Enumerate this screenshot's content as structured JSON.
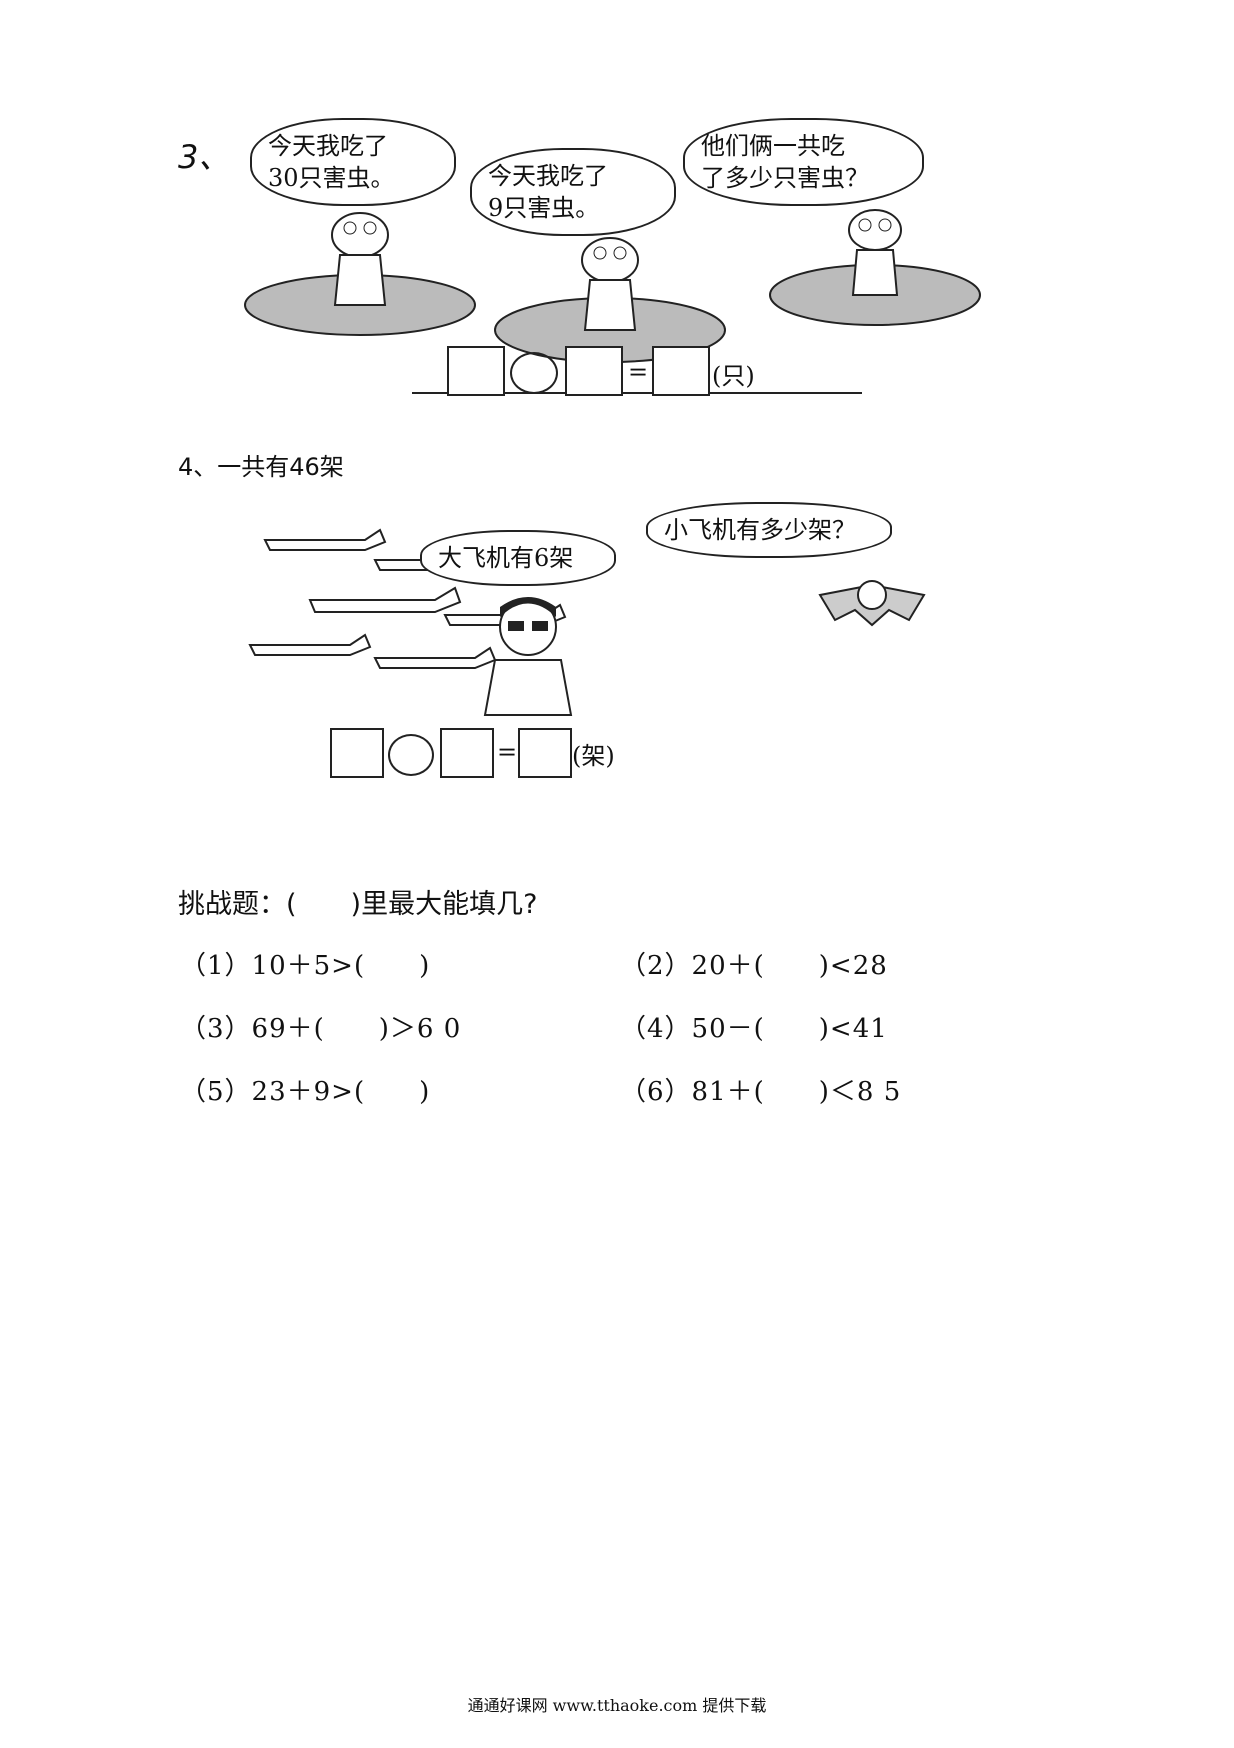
{
  "problem3": {
    "number": "3、",
    "bubbles": [
      "今天我吃了\n30只害虫。",
      "今天我吃了\n9只害虫。",
      "他们俩一共吃\n了多少只害虫？"
    ],
    "unit": "(只)",
    "equals": "="
  },
  "problem4": {
    "title": "4、一共有46架",
    "bubble_person": "大飞机有6架",
    "bubble_bat": "小飞机有多少架？",
    "unit": "(架)",
    "equals": "="
  },
  "challenge": {
    "title": "挑战题：(　　)里最大能填几?",
    "questions": [
      "（1）10＋5>(　　)",
      "（2）20＋(　　)<28",
      "（3）69＋(　　)＞6 0",
      "（4）50－(　　)<41",
      "（5）23＋9>(　　)",
      "（6）81＋(　　)＜8 5"
    ]
  },
  "footer": "通通好课网  www.tthaoke.com  提供下载"
}
